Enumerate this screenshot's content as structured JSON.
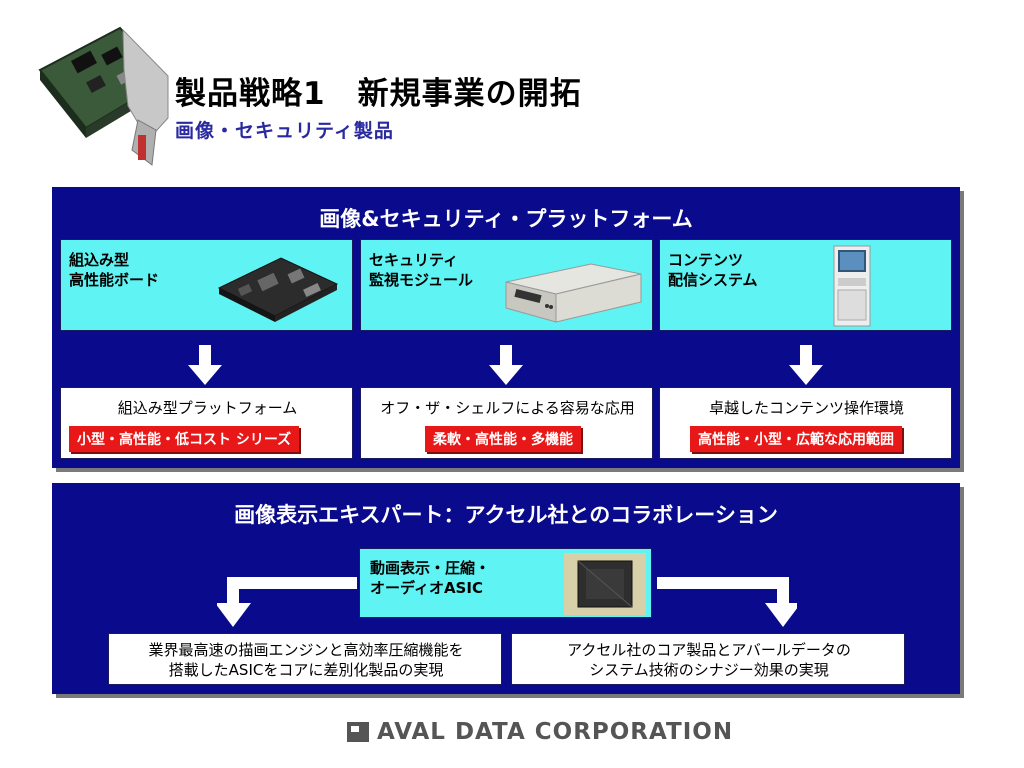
{
  "header": {
    "title": "製品戦略1　新規事業の開拓",
    "subtitle": "画像・セキュリティ製品"
  },
  "platform_panel": {
    "heading": "画像&セキュリティ・プラットフォーム",
    "columns": [
      {
        "product_label": "組込み型\n高性能ボード",
        "product_icon": "embedded-board-photo",
        "feature": "組込み型プラットフォーム",
        "tag": "小型・高性能・低コスト シリーズ"
      },
      {
        "product_label": "セキュリティ\n監視モジュール",
        "product_icon": "security-module-photo",
        "feature": "オフ・ザ・シェルフによる容易な応用",
        "tag": "柔軟・高性能・多機能"
      },
      {
        "product_label": "コンテンツ\n配信システム",
        "product_icon": "kiosk-terminal-photo",
        "feature": "卓越したコンテンツ操作環境",
        "tag": "高性能・小型・広範な応用範囲"
      }
    ]
  },
  "collab_panel": {
    "heading": "画像表示エキスパート：アクセル社とのコラボレーション",
    "center_label": "動画表示・圧縮・\nオーディオASIC",
    "center_icon": "asic-chip-photo",
    "left_result": "業界最高速の描画エンジンと高効率圧縮機能を\n搭載したASICをコアに差別化製品の実現",
    "right_result": "アクセル社のコア製品とアバールデータの\nシステム技術のシナジー効果の実現"
  },
  "footer": {
    "corporation": "AVAL DATA CORPORATION"
  },
  "colors": {
    "panel_bg": "#0a0a8c",
    "cyan_box": "#5ff3f3",
    "red_tag": "#e81818",
    "subtitle": "#2a2aa0"
  }
}
